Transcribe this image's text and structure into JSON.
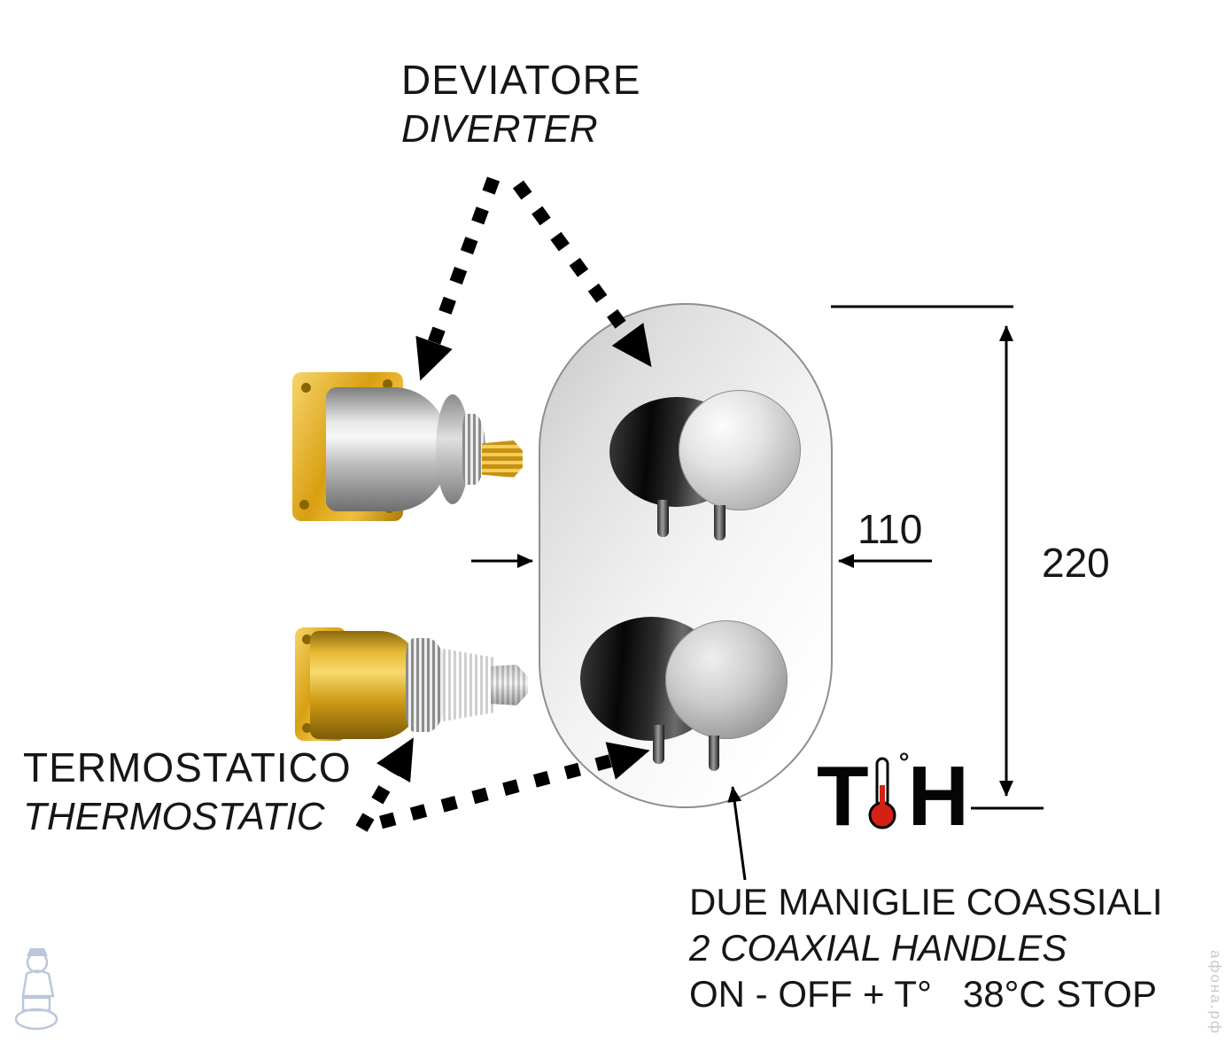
{
  "labels": {
    "diverter_it": "DEVIATORE",
    "diverter_en": "DIVERTER",
    "thermostatic_it": "TERMOSTATICO",
    "thermostatic_en": "THERMOSTATIC",
    "handles_line1": "DUE MANIGLIE COASSIALI",
    "handles_line2": "2 COAXIAL HANDLES",
    "handles_line3": "ON - OFF + T°   38°C STOP"
  },
  "dimensions": {
    "width_mm": "110",
    "height_mm": "220"
  },
  "logo": {
    "t": "T",
    "degree": "°",
    "h": "H"
  },
  "watermark": {
    "site": "афона.рф"
  },
  "colors": {
    "brass": "#d9a517",
    "chrome": "#c6c6c6",
    "ink": "#161616",
    "thermometer_red": "#d42114",
    "plate_border": "#8f8f8f"
  }
}
